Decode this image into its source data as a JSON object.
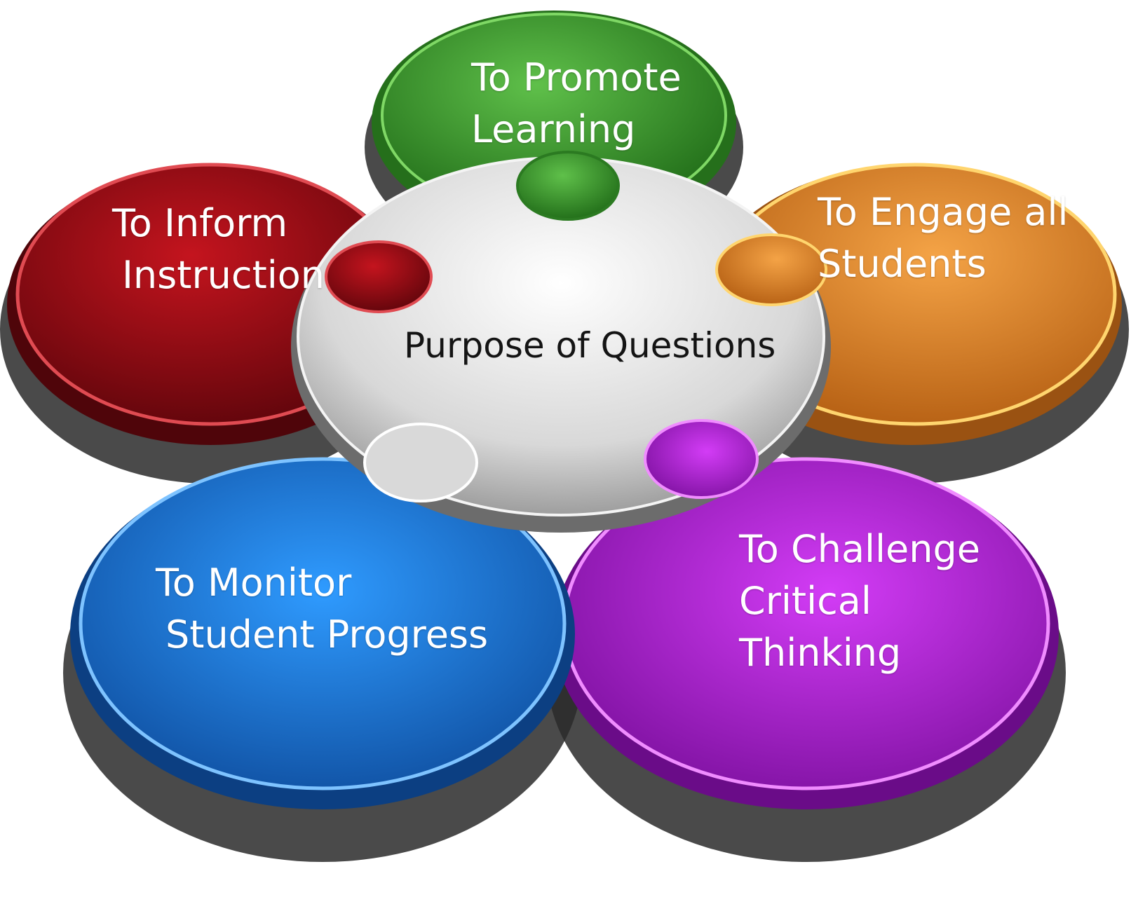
{
  "center": {
    "label": "Purpose of Questions"
  },
  "pieces": [
    {
      "id": "promote",
      "color": "#3f9a2e",
      "lines": [
        "To Promote",
        "Learning"
      ]
    },
    {
      "id": "engage",
      "color": "#e6892a",
      "lines": [
        "To Engage all",
        "Students"
      ]
    },
    {
      "id": "challenge",
      "color": "#b81fe0",
      "lines": [
        "To Challenge",
        "Critical",
        "Thinking"
      ]
    },
    {
      "id": "monitor",
      "color": "#1e7fe0",
      "lines": [
        "To Monitor",
        "Student Progress"
      ]
    },
    {
      "id": "inform",
      "color": "#a3101a",
      "lines": [
        "To Inform",
        "Instruction"
      ]
    }
  ]
}
